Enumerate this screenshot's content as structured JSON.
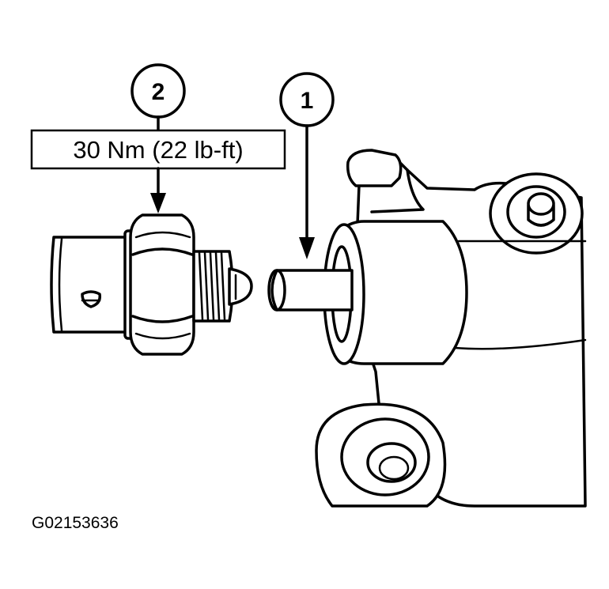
{
  "callouts": {
    "one": "1",
    "two": "2"
  },
  "torque_label": "30 Nm (22 lb-ft)",
  "figure_id": "G02153636",
  "colors": {
    "ink": "#000000",
    "paper": "#ffffff"
  }
}
